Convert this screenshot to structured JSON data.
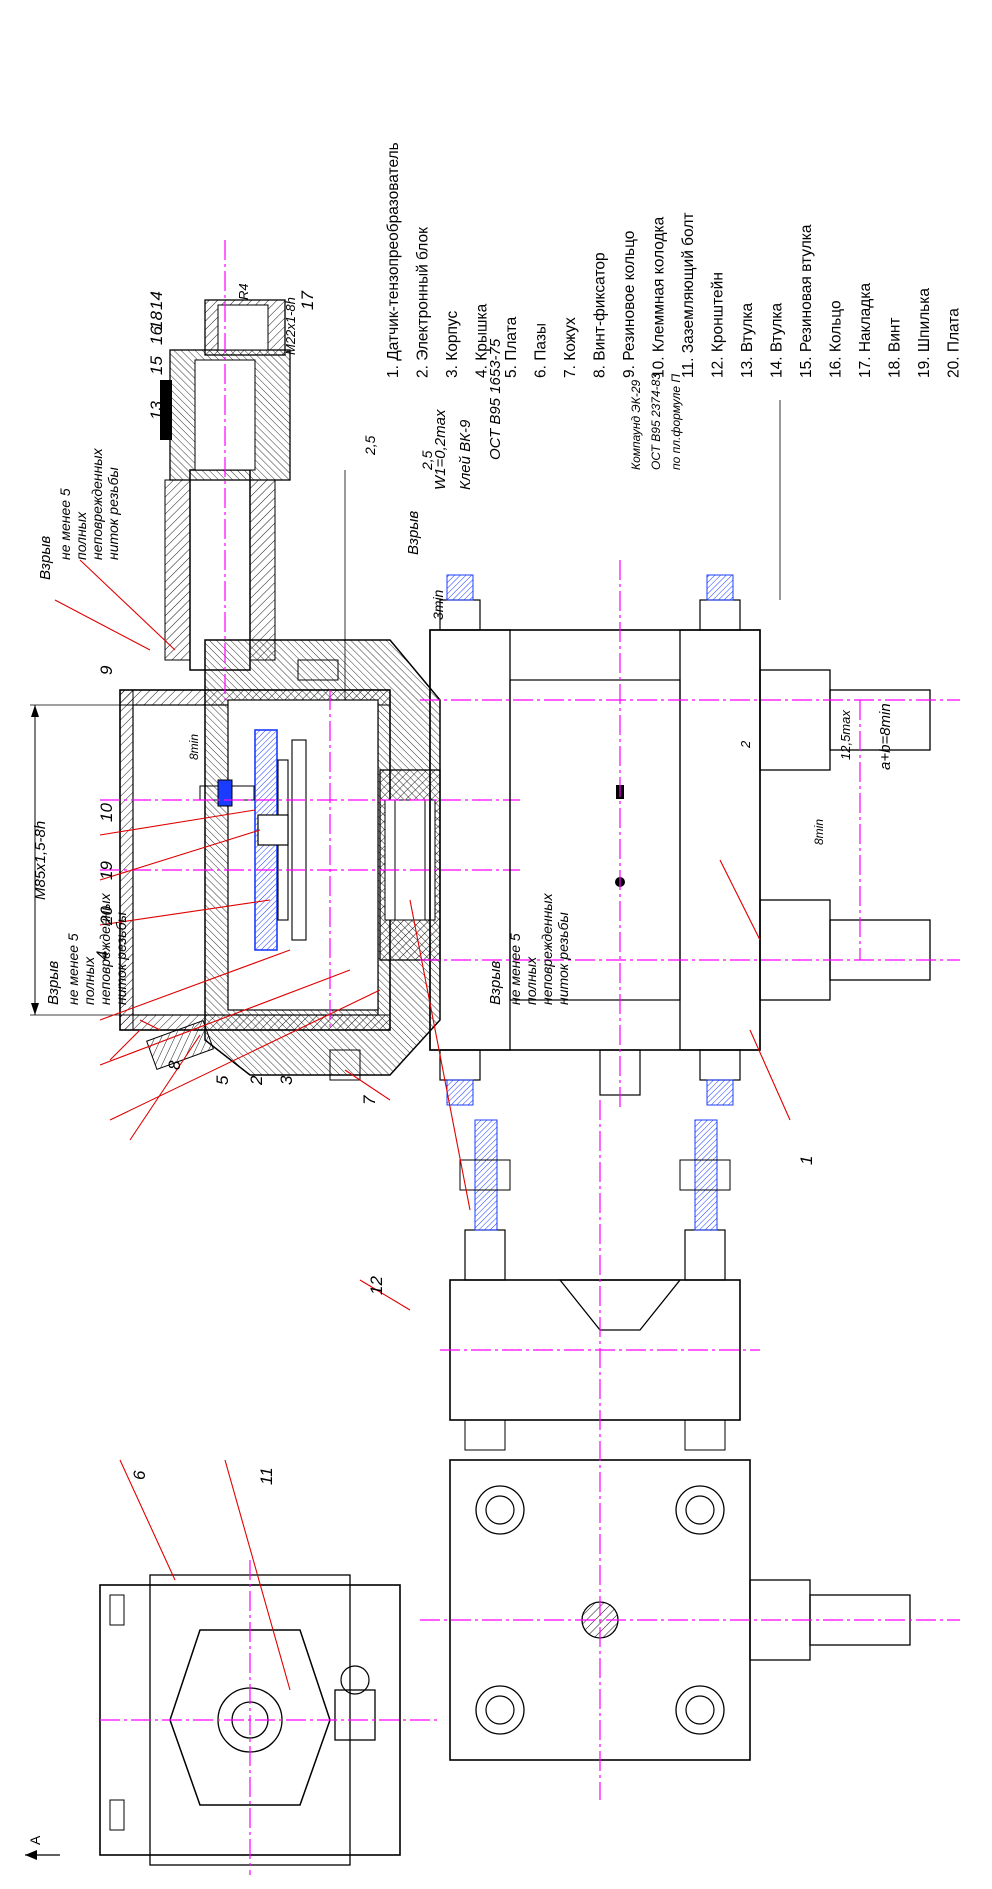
{
  "legend": [
    "1. Датчик-тензопреобразователь",
    "2. Электронный блок",
    "3. Корпус",
    "4. Крышка",
    "5. Плата",
    "6. Пазы",
    "7. Кожух",
    "8. Винт-фиксатор",
    "9. Резиновое кольцо",
    "10. Клеммная колодка",
    "11. Заземляющий болт",
    "12. Кронштейн",
    "13. Втулка",
    "14. Втулка",
    "15. Резиновая втулка",
    "16. Кольцо",
    "17. Накладка",
    "18. Винт",
    "19. Шпилька",
    "20. Плата"
  ],
  "annotations": {
    "vzryv_1": "Взрыв",
    "thread_note_1": [
      "не менее 5",
      "полных",
      "неповрежденных",
      "ниток резьбы"
    ],
    "vzryv_2": "Взрыв",
    "thread_note_2": [
      "не менее 5",
      "полных",
      "неповрежденных",
      "ниток резьбы"
    ],
    "vzryv_3": "Взрыв",
    "thread_note_3": [
      "не менее 5",
      "полных",
      "неповрежденных",
      "ниток резьбы"
    ],
    "vzryv_4": "Взрыв",
    "w1": "W1=0,2max",
    "glue": "Клей ВК-9",
    "ost": "ОСТ В95 1653-75",
    "compound": [
      "Компаунд ЭК-29",
      "ОСТ В95 2374-83",
      "по пл.формуле П"
    ],
    "m85": "M85x1,5-8h",
    "m22": "M22x1-8h",
    "ra": "R4",
    "rough_a": "2,5",
    "rough_b": "2,5",
    "smin_1": "8min",
    "smin_2": "3min",
    "smin_3": "8min",
    "dim_125": "12,5max",
    "dim_2": "2",
    "ab": "a+b=8min",
    "view_a": "A"
  },
  "callouts": [
    "1",
    "2",
    "3",
    "4",
    "5",
    "6",
    "7",
    "8",
    "9",
    "10",
    "11",
    "12",
    "13",
    "14",
    "15",
    "16",
    "17",
    "18",
    "19",
    "20",
    "8",
    "9",
    "10",
    "11",
    "12",
    "13",
    "14",
    "15",
    "16",
    "17",
    "18",
    "19",
    "20"
  ]
}
